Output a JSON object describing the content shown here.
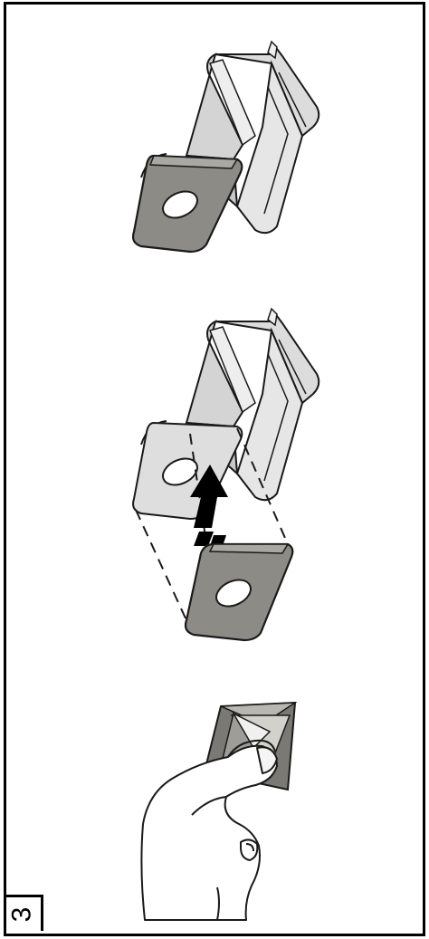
{
  "step": {
    "number": "3"
  },
  "colors": {
    "clip_body": "#dcdcdc",
    "adhesive_pad": "#8c8b86",
    "adhesive_light": "#bdbcb6",
    "outline": "#1a1a1a",
    "skin": "#ffffff"
  },
  "panels": [
    {
      "name": "clip-with-pad-assembled"
    },
    {
      "name": "pad-attach-exploded",
      "arrow": "up"
    },
    {
      "name": "peel-backing-liner"
    }
  ]
}
